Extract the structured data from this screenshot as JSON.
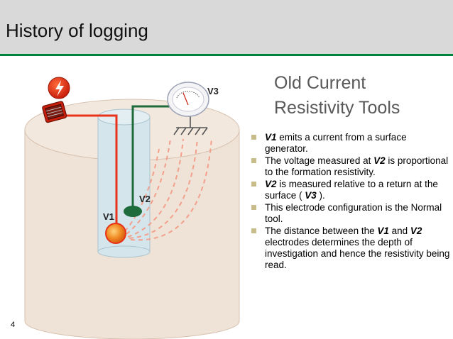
{
  "slide": {
    "title": "History of logging",
    "subtitle_line1": "Old Current",
    "subtitle_line2": "Resistivity Tools",
    "page_number": "4"
  },
  "diagram": {
    "label_v1": "V1",
    "label_v2": "V2",
    "label_v3": "V3"
  },
  "bullets": [
    {
      "pre": "",
      "em1": "V1",
      "mid": " emits a current from a surface generator.",
      "em2": "",
      "post": ""
    },
    {
      "pre": "The voltage measured at ",
      "em1": "V2",
      "mid": " is proportional to the formation resistivity.",
      "em2": "",
      "post": ""
    },
    {
      "pre": "",
      "em1": "V2",
      "mid": " is measured relative to a return at the surface ( ",
      "em2": "V3",
      "post": " )."
    },
    {
      "pre": "This electrode configuration is the Normal tool.",
      "em1": "",
      "mid": "",
      "em2": "",
      "post": ""
    },
    {
      "pre": "The distance between the ",
      "em1": "V1",
      "mid": " and ",
      "em2": "V2",
      "post": " electrodes determines the depth of investigation and hence the resistivity being read."
    }
  ],
  "colors": {
    "title_bar": "#d9d9d9",
    "accent_line": "#00843d",
    "formation": "#efe2d6",
    "current_wire": "#e8331a",
    "voltage_wire": "#1e6b3b",
    "bullet": "#c8bc8a"
  }
}
